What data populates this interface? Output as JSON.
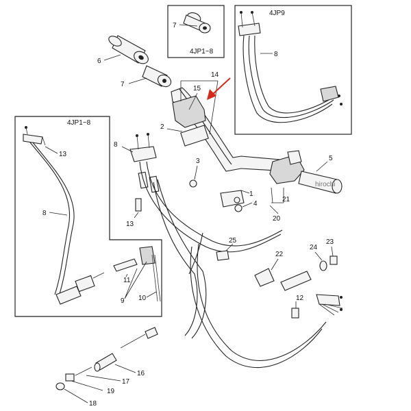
{
  "boxes": {
    "top": "4JP1~8",
    "right": "4JP9",
    "left": "4JP1~8"
  },
  "labels": {
    "n1": "1",
    "n2": "2",
    "n3": "3",
    "n4": "4",
    "n5": "5",
    "n6": "6",
    "n7a": "7",
    "n7b": "7",
    "n8a": "8",
    "n8b": "8",
    "n8c": "8",
    "n9": "9",
    "n10": "10",
    "n11": "11",
    "n12": "12",
    "n13a": "13",
    "n13b": "13",
    "n14": "14",
    "n15": "15",
    "n16": "16",
    "n17": "17",
    "n18": "18",
    "n19": "19",
    "n20": "20",
    "n21": "21",
    "n22": "22",
    "n23": "23",
    "n24": "24",
    "n25": "25"
  },
  "watermark": "hirochi",
  "colors": {
    "arrow": "#d42a1c",
    "line": "#222222"
  }
}
